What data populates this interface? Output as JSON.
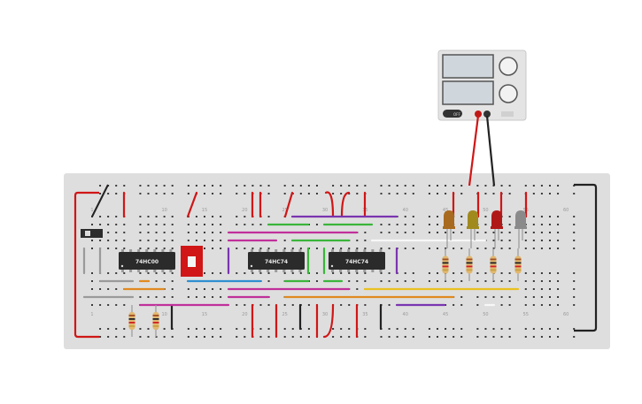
{
  "power_supply": {
    "display_top": "",
    "display_bottom": "",
    "knob_top_label": "",
    "knob_bottom_label": "",
    "switch_label": "OFF"
  },
  "breadboard": {
    "column_numbers": [
      "1",
      "10",
      "15",
      "20",
      "25",
      "30",
      "35",
      "40",
      "45",
      "50",
      "55",
      "60"
    ]
  },
  "chips": [
    {
      "label": "74HC00"
    },
    {
      "label": "74HC74"
    },
    {
      "label": "74HC74"
    }
  ],
  "leds": [
    {
      "color": "#a86a1e"
    },
    {
      "color": "#a08a1e"
    },
    {
      "color": "#b01818"
    },
    {
      "color": "#8a8a8a"
    }
  ],
  "colors": {
    "board": "#dedede",
    "hole": "#3a3a3a",
    "red_wire": "#d01616",
    "black_wire": "#222222",
    "green_wire": "#3bb53b",
    "magenta_wire": "#c0309a",
    "purple_wire": "#7a35b0",
    "blue_wire": "#2f8fd0",
    "yellow_wire": "#e8c020",
    "orange_wire": "#e08a20",
    "chip": "#2b2b2b"
  }
}
